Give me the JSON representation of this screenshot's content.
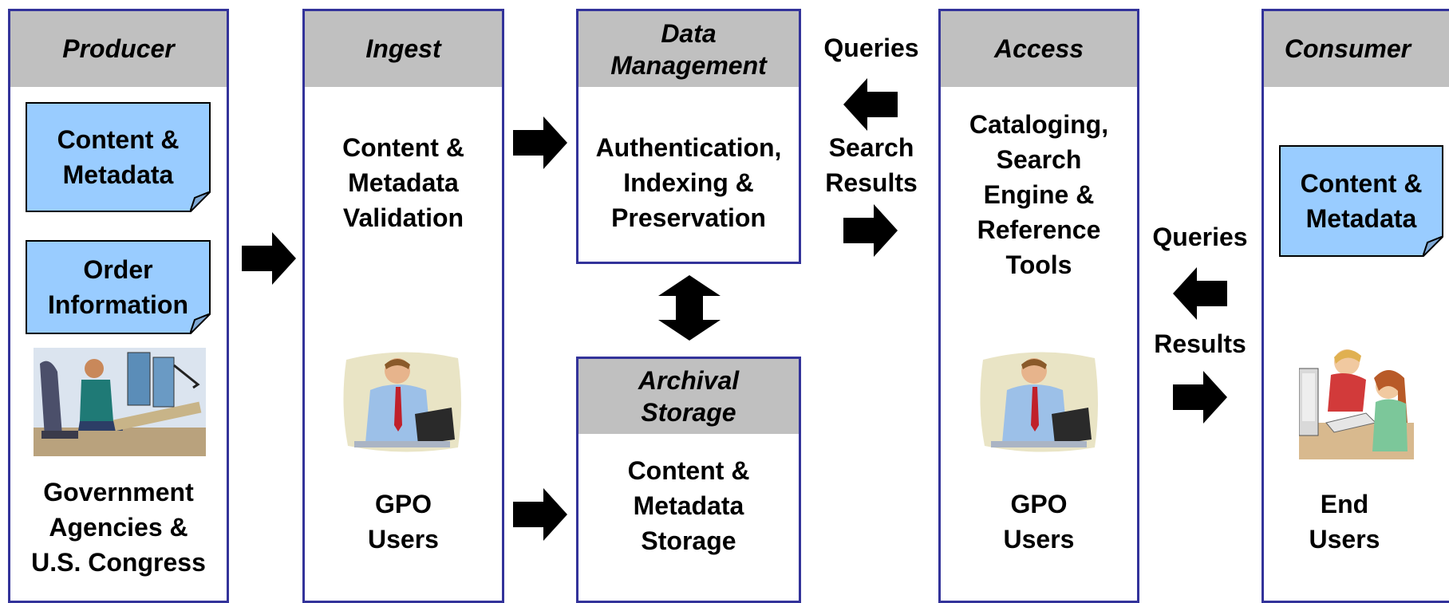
{
  "colors": {
    "border": "#33339a",
    "header_bg": "#c0c0c0",
    "note_bg": "#99ccff",
    "arrow": "#000000"
  },
  "producer": {
    "title": "Producer",
    "note1": "Content &\nMetadata",
    "note2": "Order\nInformation",
    "image": "workstation-illustration",
    "label": "Government\nAgencies &\nU.S. Congress"
  },
  "ingest": {
    "title": "Ingest",
    "body": "Content &\nMetadata\nValidation",
    "image": "businessman-laptop-illustration",
    "label": "GPO\nUsers"
  },
  "data_management": {
    "title": "Data\nManagement",
    "body": "Authentication,\nIndexing &\nPreservation"
  },
  "archival_storage": {
    "title": "Archival\nStorage",
    "body": "Content &\nMetadata\nStorage"
  },
  "access": {
    "title": "Access",
    "body": "Cataloging,\nSearch\nEngine &\nReference\nTools",
    "image": "businessman-laptop-illustration",
    "label": "GPO\nUsers"
  },
  "consumer": {
    "title": "Consumer",
    "note": "Content &\nMetadata",
    "image": "children-computer-illustration",
    "label": "End\nUsers"
  },
  "flow_labels": {
    "queries_top": "Queries",
    "search_results": "Search\nResults",
    "queries_right": "Queries",
    "results_right": "Results"
  }
}
